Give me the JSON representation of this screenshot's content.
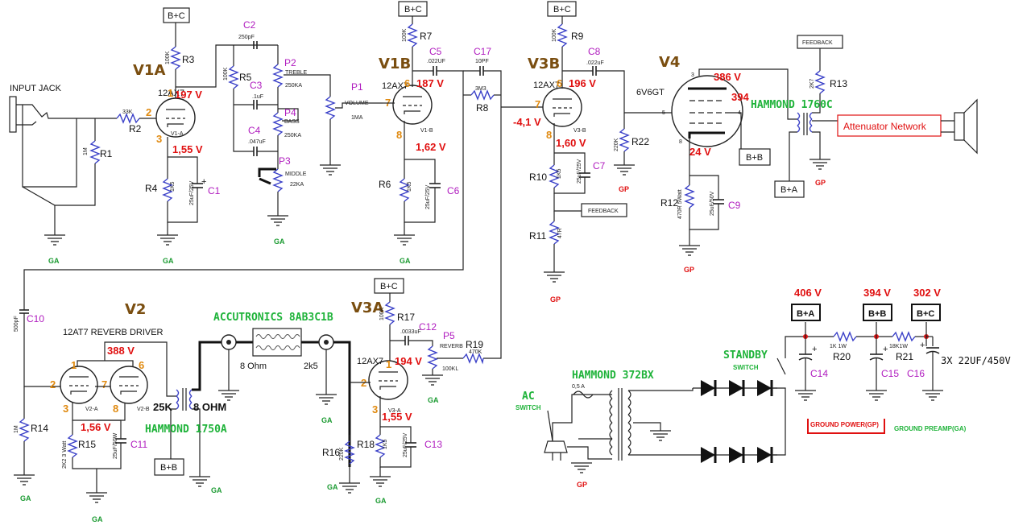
{
  "supply_labels": {
    "bc": "B+C",
    "bb": "B+B",
    "ba": "B+A",
    "feedback": "FEEDBACK"
  },
  "tubes": {
    "v1a": {
      "name": "V1A",
      "type": "12AX7",
      "sub": "V1-A"
    },
    "v1b": {
      "name": "V1B",
      "type": "12AX7",
      "sub": "V1-B"
    },
    "v3b": {
      "name": "V3B",
      "type": "12AX7",
      "sub": "V3-B"
    },
    "v4": {
      "name": "V4",
      "type": "6V6GT"
    },
    "v2": {
      "name": "V2",
      "type": "12AT7 REVERB DRIVER",
      "sub_a": "V2-A",
      "sub_b": "V2-B"
    },
    "v3a": {
      "name": "V3A",
      "type": "12AX7",
      "sub": "V3-A"
    }
  },
  "pins": {
    "p1": "1",
    "p2": "2",
    "p3": "3",
    "p5": "5",
    "p6": "6",
    "p7": "7",
    "p8": "8",
    "p4": "4"
  },
  "voltages": {
    "v1a_plate": "197 V",
    "v1a_cath": "1,55 V",
    "v1b_plate": "187 V",
    "v1b_cath": "1,62 V",
    "v3b_plate": "196 V",
    "v3b_grid": "-4,1 V",
    "v3b_cath": "1,60 V",
    "v4_plate": "386 V",
    "v4_screen": "394",
    "v4_cath": "24 V",
    "v2_plate": "388 V",
    "v2_cath": "1,56 V",
    "v3a_plate": "194 V",
    "v3a_cath": "1,55 V",
    "supply_a": "406 V",
    "supply_b": "394 V",
    "supply_c": "302 V"
  },
  "components": {
    "input_jack": "INPUT JACK",
    "r1": "R1",
    "r1_val": "1M",
    "r2": "R2",
    "r2_val": "33K",
    "r3": "R3",
    "r3_val": "100K",
    "r4": "R4",
    "r4_val": "1K5",
    "c1": "C1",
    "c1_val": "25uF/25V",
    "c2": "C2",
    "c2_val": "250pF",
    "r5": "R5",
    "r5_val": "100K",
    "c3": "C3",
    "c3_val": ".1uF",
    "c4": "C4",
    "c4_val": ".047uF",
    "p2": "P2",
    "p2_name": "TREBLE",
    "p2_val": "250KA",
    "p4": "P4",
    "p4_name": "BASS",
    "p4_val": "250KA",
    "p3": "P3",
    "p3_name": "MIDDLE",
    "p3_val": "22KA",
    "p1": "P1",
    "p1_name": "VOLUME",
    "p1_val": "1MA",
    "r7": "R7",
    "r7_val": "100K",
    "c5": "C5",
    "c5_val": ".022UF",
    "r6": "R6",
    "r6_val": "1K5",
    "c6": "C6",
    "c6_val": "25uF/25V",
    "c17": "C17",
    "c17_val": "10PF",
    "r8": "R8",
    "r8_val": "3M3",
    "r9": "R9",
    "r9_val": "100K",
    "c8": "C8",
    "c8_val": ".022uF",
    "r22": "R22",
    "r22_val": "220K",
    "r10": "R10",
    "r10_val": "1K5",
    "c7": "C7",
    "c7_val": "25uF/25V",
    "r11": "R11",
    "r11_val": "47R",
    "r13": "R13",
    "r13_val": "2K7",
    "r12": "R12",
    "r12_val": "470R 5Watt",
    "c9": "C9",
    "c9_val": "25uF/50V",
    "c10": "C10",
    "c10_val": "500pF",
    "r14": "R14",
    "r14_val": "1M",
    "r15": "R15",
    "r15_val": "2K2 3 Watt",
    "c11": "C11",
    "c11_val": "25uF/50W",
    "r17": "R17",
    "r17_val": "100K",
    "c12": "C12",
    "c12_val": ".0033uF",
    "p5": "P5",
    "p5_name": "REVERB",
    "p5_val": "100KL",
    "r19": "R19",
    "r19_val": "470K",
    "r16": "R16",
    "r16_val": "220K",
    "r18": "R18",
    "r18_val": "1K5",
    "c13": "C13",
    "c13_val": "25uF/25V",
    "r20": "R20",
    "r20_val": "1K 1W",
    "r21": "R21",
    "r21_val": "18K1W",
    "c14": "C14",
    "c15": "C15",
    "c16": "C16",
    "cap_note": "3X 22UF/450V",
    "fuse": "0,5 A"
  },
  "annotations": {
    "hammond_out": "HAMMOND 1760C",
    "hammond_rev": "HAMMOND 1750A",
    "hammond_pwr": "HAMMOND 372BX",
    "accutronics": "ACCUTRONICS 8AB3C1B",
    "ohm8": "8 Ohm",
    "k2k5": "2k5",
    "z25k": "25K",
    "z8ohm": "8 OHM",
    "attenuator": "Attenuator Network",
    "standby": "STANDBY",
    "standby_sub": "SWITCH",
    "ac": "AC",
    "ac_sub": "SWITCH",
    "gnd_power": "GROUND POWER(GP)",
    "gnd_preamp": "GROUND PREAMP(GA)",
    "ga": "GA",
    "gp": "GP",
    "plus": "+"
  }
}
